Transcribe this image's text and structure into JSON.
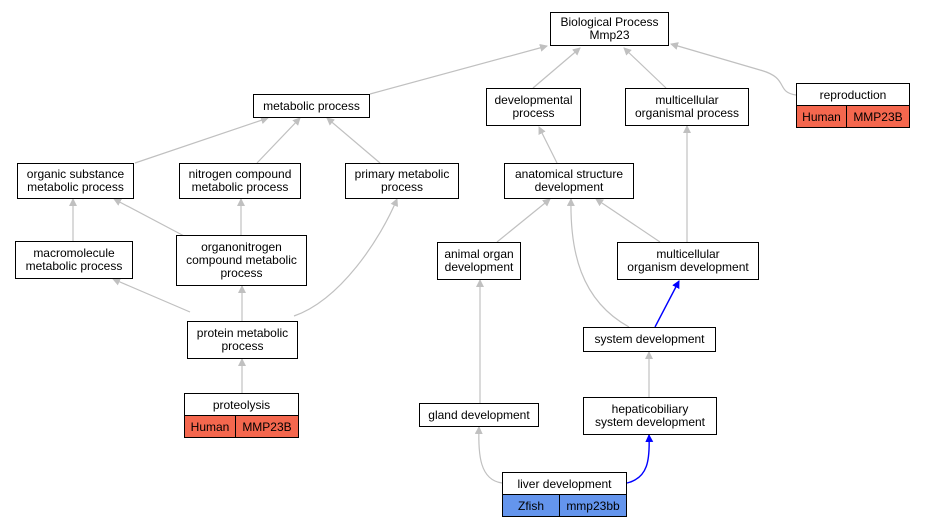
{
  "graph": {
    "root": "Biological Process\nMmp23",
    "nodes": {
      "metabolic": "metabolic process",
      "developmental": "developmental\nprocess",
      "multicellular_org_proc": "multicellular\norganismal process",
      "organic_substance": "organic substance\nmetabolic process",
      "nitrogen_compound": "nitrogen compound\nmetabolic process",
      "primary_metabolic": "primary metabolic\nprocess",
      "anatomical": "anatomical structure\ndevelopment",
      "macromolecule": "macromolecule\nmetabolic process",
      "organonitrogen": "organonitrogen\ncompound metabolic\nprocess",
      "animal_organ": "animal organ\ndevelopment",
      "multicellular_dev": "multicellular\norganism development",
      "protein_metabolic": "protein metabolic\nprocess",
      "system_dev": "system development",
      "gland_dev": "gland development",
      "hepaticobiliary": "hepaticobiliary\nsystem development"
    },
    "annotated": {
      "reproduction": {
        "title": "reproduction",
        "species": "Human",
        "gene": "MMP23B",
        "color": "#f4674e"
      },
      "proteolysis": {
        "title": "proteolysis",
        "species": "Human",
        "gene": "MMP23B",
        "color": "#f4674e"
      },
      "liver": {
        "title": "liver development",
        "species": "Zfish",
        "gene": "mmp23bb",
        "color": "#6495ed"
      }
    },
    "colors": {
      "edge_gray": "#c0c0c0",
      "edge_blue": "#0000ff"
    }
  }
}
